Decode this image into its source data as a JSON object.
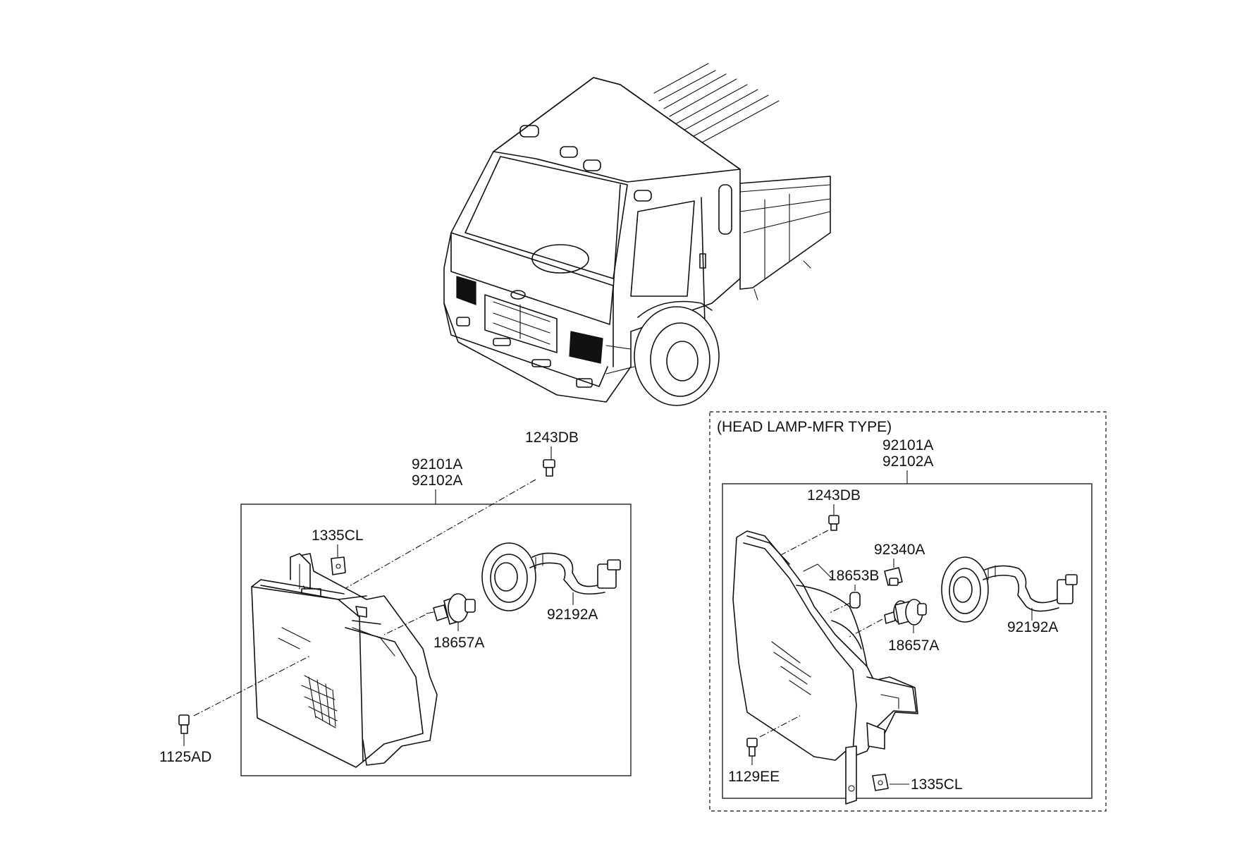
{
  "diagram": {
    "left_assembly": {
      "parent_parts": [
        "92101A",
        "92102A"
      ],
      "callouts": {
        "bolt_top": "1243DB",
        "retainer": "1335CL",
        "bulb": "18657A",
        "socket": "92192A",
        "bolt_bottom": "1125AD"
      }
    },
    "right_assembly": {
      "caption": "(HEAD LAMP-MFR TYPE)",
      "parent_parts": [
        "92101A",
        "92102A"
      ],
      "callouts": {
        "bolt_top": "1243DB",
        "position_bulb": "92340A",
        "position_socket": "18653B",
        "bulb": "18657A",
        "socket": "92192A",
        "bolt_bottom": "1129EE",
        "retainer": "1335CL"
      }
    }
  }
}
